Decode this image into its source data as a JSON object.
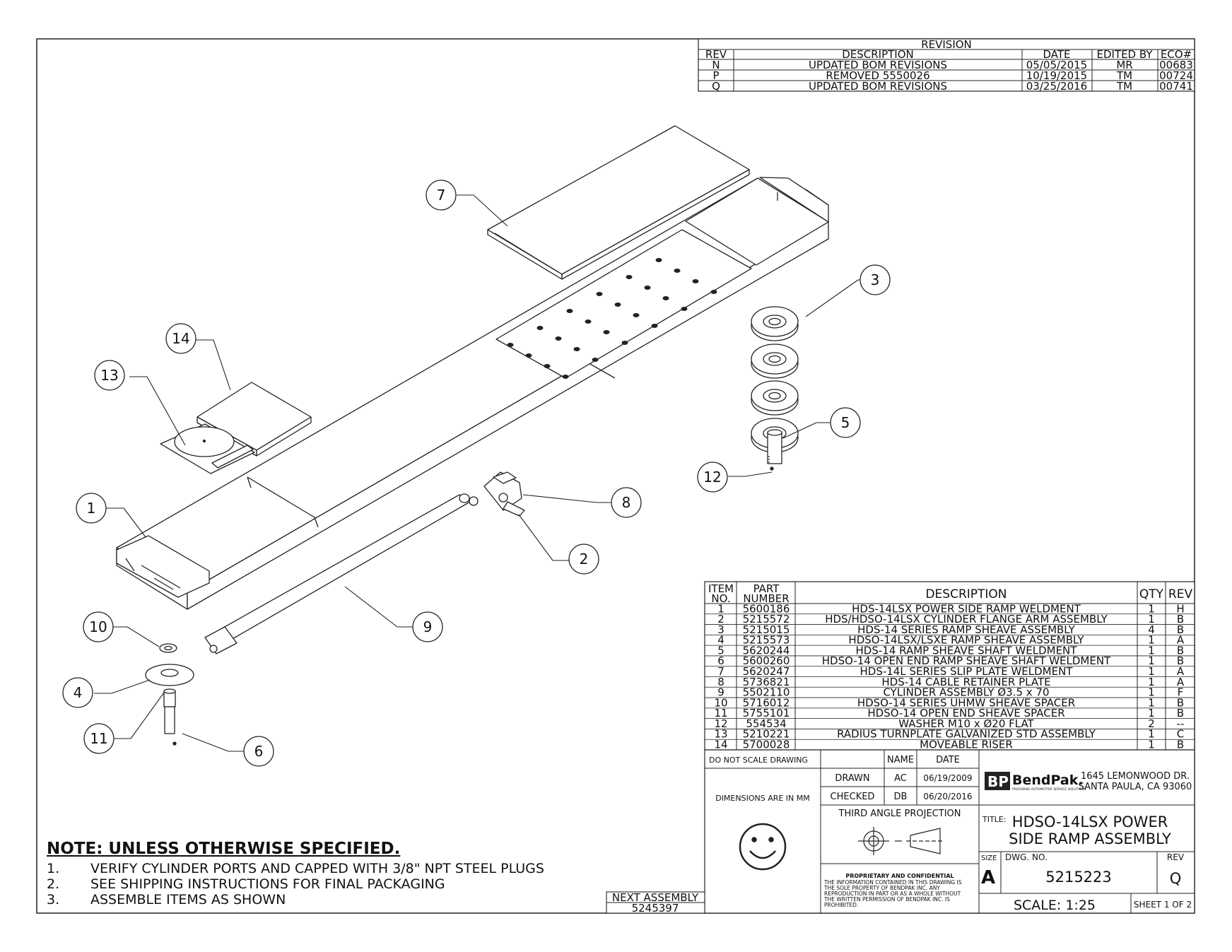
{
  "revision_block": {
    "title": "REVISION",
    "headers": [
      "REV",
      "DESCRIPTION",
      "DATE",
      "EDITED BY",
      "ECO#"
    ],
    "rows": [
      [
        "N",
        "UPDATED BOM REVISIONS",
        "05/05/2015",
        "MR",
        "00683"
      ],
      [
        "P",
        "REMOVED 5550026",
        "10/19/2015",
        "TM",
        "00724"
      ],
      [
        "Q",
        "UPDATED BOM REVISIONS",
        "03/25/2016",
        "TM",
        "00741"
      ]
    ]
  },
  "balloons": [
    "1",
    "2",
    "3",
    "4",
    "5",
    "6",
    "7",
    "8",
    "9",
    "10",
    "11",
    "12",
    "13",
    "14"
  ],
  "bom": {
    "headers": [
      "ITEM NO.",
      "PART NUMBER",
      "DESCRIPTION",
      "QTY",
      "REV"
    ],
    "header_item": [
      "ITEM",
      "NO."
    ],
    "header_part": [
      "PART",
      "NUMBER"
    ],
    "rows": [
      [
        "1",
        "5600186",
        "HDS-14LSX POWER SIDE RAMP WELDMENT",
        "1",
        "H"
      ],
      [
        "2",
        "5215572",
        "HDS/HDSO-14LSX CYLINDER FLANGE ARM ASSEMBLY",
        "1",
        "B"
      ],
      [
        "3",
        "5215015",
        "HDS-14 SERIES RAMP SHEAVE ASSEMBLY",
        "4",
        "B"
      ],
      [
        "4",
        "5215573",
        "HDSO-14LSX/LSXE RAMP SHEAVE ASSEMBLY",
        "1",
        "A"
      ],
      [
        "5",
        "5620244",
        "HDS-14 RAMP SHEAVE SHAFT WELDMENT",
        "1",
        "B"
      ],
      [
        "6",
        "5600260",
        "HDSO-14 OPEN END RAMP SHEAVE SHAFT WELDMENT",
        "1",
        "B"
      ],
      [
        "7",
        "5620247",
        "HDS-14L SERIES SLIP PLATE WELDMENT",
        "1",
        "A"
      ],
      [
        "8",
        "5736821",
        "HDS-14 CABLE RETAINER PLATE",
        "1",
        "A"
      ],
      [
        "9",
        "5502110",
        "CYLINDER ASSEMBLY Ø3.5 x 70",
        "1",
        "F"
      ],
      [
        "10",
        "5716012",
        "HDSO-14 SERIES UHMW SHEAVE SPACER",
        "1",
        "B"
      ],
      [
        "11",
        "5755101",
        "HDSO-14 OPEN END SHEAVE SPACER",
        "1",
        "B"
      ],
      [
        "12",
        "554534",
        "WASHER M10 x Ø20 FLAT",
        "2",
        "--"
      ],
      [
        "13",
        "5210221",
        "RADIUS TURNPLATE GALVANIZED STD ASSEMBLY",
        "1",
        "C"
      ],
      [
        "14",
        "5700028",
        "MOVEABLE RISER",
        "1",
        "B"
      ]
    ]
  },
  "title_block": {
    "do_not_scale": "DO NOT SCALE DRAWING",
    "dimensions": "DIMENSIONS ARE IN MM",
    "name_label": "NAME",
    "date_label": "DATE",
    "drawn_label": "DRAWN",
    "drawn_name": "AC",
    "drawn_date": "06/19/2009",
    "checked_label": "CHECKED",
    "checked_name": "DB",
    "checked_date": "06/20/2016",
    "projection": "THIRD ANGLE PROJECTION",
    "logo_text": "BendPak.",
    "logo_tagline": "PROVIDING AUTOMOTIVE SERVICE SOLUTIONS",
    "address_line1": "1645 LEMONWOOD DR.",
    "address_line2": "SANTA PAULA, CA 93060",
    "title_label": "TITLE:",
    "title_line1": "HDSO-14LSX POWER",
    "title_line2": "SIDE RAMP ASSEMBLY",
    "proprietary_heading": "PROPRIETARY AND CONFIDENTIAL",
    "proprietary_lines": [
      "THE INFORMATION CONTAINED IN THIS DRAWING IS",
      "THE SOLE PROPERTY OF BENDPAK INC. ANY",
      "REPRODUCTION IN PART OR AS A WHOLE WITHOUT",
      "THE WRITTEN PERMISSION OF BENDPAK INC. IS",
      "PROHIBITED."
    ],
    "size_label": "SIZE",
    "size_value": "A",
    "dwg_label": "DWG. NO.",
    "dwg_value": "5215223",
    "rev_label": "REV",
    "rev_value": "Q",
    "scale": "SCALE: 1:25",
    "sheet": "SHEET 1 OF 2"
  },
  "next_assembly": {
    "label": "NEXT ASSEMBLY",
    "value": "5245397"
  },
  "notes": {
    "title": "NOTE: UNLESS OTHERWISE SPECIFIED",
    "items": [
      {
        "num": "1.",
        "text": "VERIFY CYLINDER PORTS AND CAPPED WITH 3/8\" NPT STEEL PLUGS"
      },
      {
        "num": "2.",
        "text": "SEE SHIPPING INSTRUCTIONS FOR FINAL PACKAGING"
      },
      {
        "num": "3.",
        "text": "ASSEMBLE ITEMS AS SHOWN"
      }
    ]
  }
}
